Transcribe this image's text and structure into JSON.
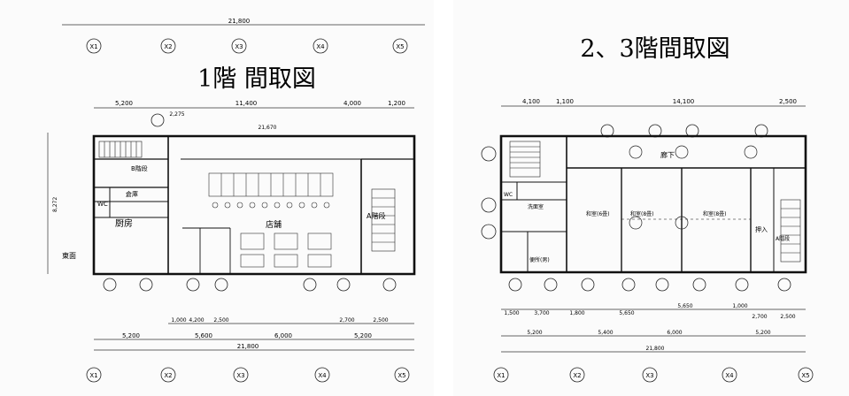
{
  "floor1": {
    "title": "1階 間取図",
    "overall_top": "21,800",
    "overall_bottom": "21,800",
    "top_dims": [
      "5,200",
      "11,400",
      "4,000",
      "1,200"
    ],
    "top_small_dim": "2,275",
    "bottom_dims_row1": [
      "1,000",
      "4,200",
      "2,500",
      "2,700",
      "2,500"
    ],
    "bottom_dims_row2": [
      "5,200",
      "5,600",
      "6,000",
      "5,200"
    ],
    "inner_dim": "21,670",
    "grid_top": [
      "X1",
      "X2",
      "X3",
      "X4",
      "X5"
    ],
    "grid_bottom": [
      "X1",
      "X2",
      "X3",
      "X4",
      "X5"
    ],
    "left_dim": "8,272",
    "rooms": {
      "kitchen": "厨房",
      "storage": "倉庫",
      "wc": "WC",
      "hall": "店舗",
      "stair_b": "B階段",
      "stair_a": "A階段",
      "side_label": "東面"
    }
  },
  "floor2": {
    "title": "2、3階間取図",
    "overall": "21,800",
    "top_dims": [
      "4,100",
      "1,100",
      "14,100",
      "2,500"
    ],
    "bottom_dims_row1": [
      "1,500",
      "3,700",
      "1,800",
      "5,650",
      "5,650",
      "1,000",
      "2,700",
      "2,500"
    ],
    "bottom_dims_row2": [
      "5,200",
      "5,400",
      "6,000",
      "5,200"
    ],
    "grid_bottom": [
      "X1",
      "X2",
      "X3",
      "X4",
      "X5"
    ],
    "rooms": {
      "corridor": "廊下",
      "room_left": "和室(6畳)",
      "room_mid": "和室(8畳)",
      "room_right": "和室(8畳)",
      "wash": "洗面室",
      "wc": "WC",
      "closet": "押入",
      "stair": "A階段",
      "toilet": "便所(男)"
    }
  }
}
